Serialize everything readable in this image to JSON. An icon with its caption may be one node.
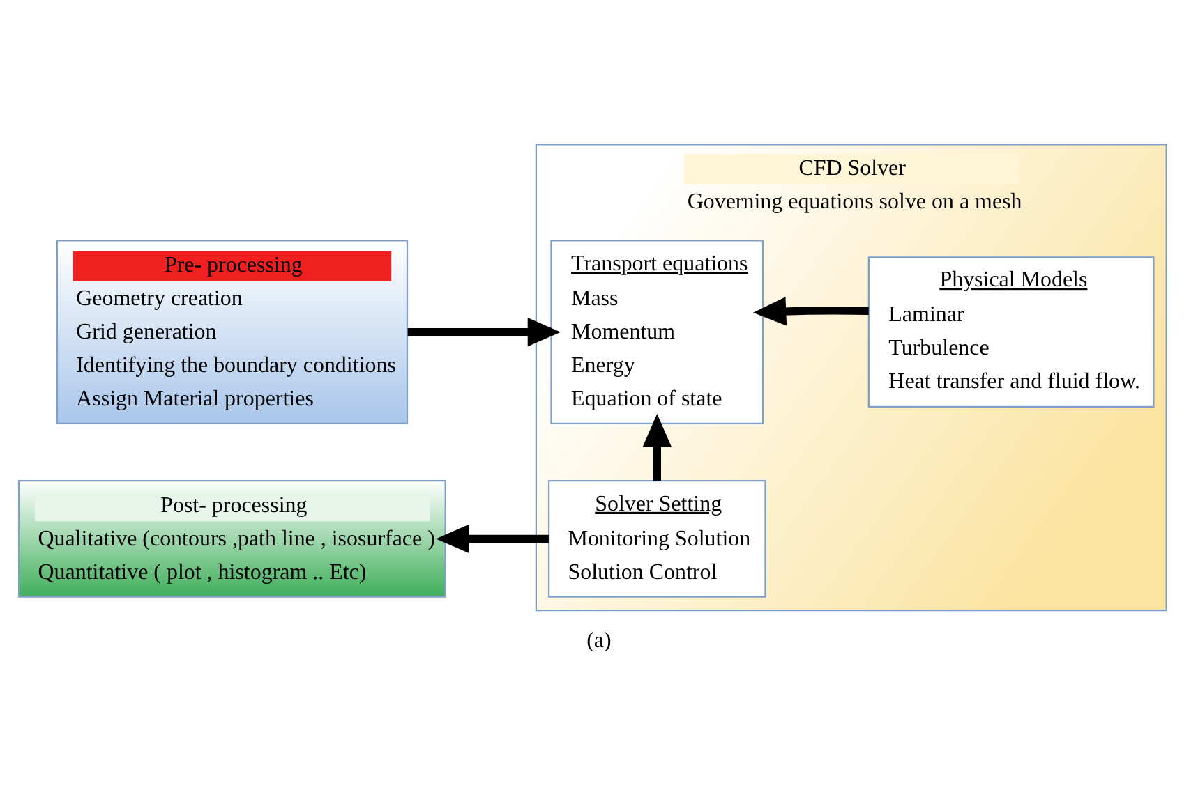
{
  "diagram": {
    "caption": "(a)",
    "nodes": [
      {
        "text": [
          "Pre- processing",
          "Geometry creation",
          "Grid generation",
          "Identifying the boundary conditions",
          "Assign Material properties"
        ]
      },
      {
        "text": [
          "CFD Solver",
          "Governing equations solve on a mesh"
        ]
      },
      {
        "text": [
          "Transport equations",
          "Mass",
          "Momentum",
          "Energy",
          "Equation of state"
        ],
        "in": 1
      },
      {
        "text": [
          "Physical Models",
          "Laminar",
          "Turbulence",
          "Heat transfer and fluid flow."
        ],
        "in": 1
      },
      {
        "text": [
          "Solver Setting",
          "Monitoring Solution",
          "Solution Control"
        ],
        "in": 1
      },
      {
        "text": [
          "Post- processing",
          "Qualitative (contours ,path line , isosurface )",
          "Quantitative ( plot , histogram .. Etc)"
        ]
      }
    ],
    "edges": [
      {
        "from": 0,
        "to": 2,
        "arrow": "to"
      },
      {
        "from": 3,
        "to": 2,
        "arrow": "to"
      },
      {
        "from": 4,
        "to": 2,
        "arrow": "to"
      },
      {
        "from": 4,
        "to": 5,
        "arrow": "to"
      }
    ]
  }
}
